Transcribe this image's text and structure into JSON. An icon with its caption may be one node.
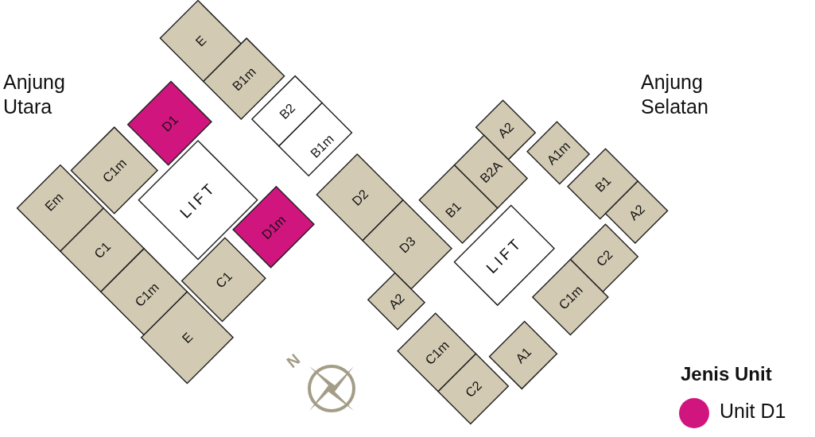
{
  "diagram": {
    "nodes": [
      {
        "text": [
          "E"
        ]
      },
      {
        "text": [
          "B1m"
        ]
      },
      {
        "text": [
          "D1"
        ]
      },
      {
        "text": [
          "B2"
        ]
      },
      {
        "text": [
          "B1m"
        ]
      },
      {
        "text": [
          "A2"
        ]
      },
      {
        "text": [
          "A1m"
        ]
      },
      {
        "text": [
          "C1m"
        ]
      },
      {
        "text": [
          "B2A"
        ]
      },
      {
        "text": [
          "D2"
        ]
      },
      {
        "text": [
          "B1"
        ]
      },
      {
        "text": [
          "B1"
        ]
      },
      {
        "text": [
          "LIFT"
        ]
      },
      {
        "text": [
          "Em"
        ]
      },
      {
        "text": [
          "A2"
        ]
      },
      {
        "text": [
          "D1m"
        ]
      },
      {
        "text": [
          "D3"
        ]
      },
      {
        "text": [
          "LIFT"
        ]
      },
      {
        "text": [
          "C1"
        ]
      },
      {
        "text": [
          "C2"
        ]
      },
      {
        "text": [
          "C1"
        ]
      },
      {
        "text": [
          "C1m"
        ]
      },
      {
        "text": [
          "A2"
        ]
      },
      {
        "text": [
          "C1m"
        ]
      },
      {
        "text": [
          "E"
        ]
      },
      {
        "text": [
          "C1m"
        ]
      },
      {
        "text": [
          "A1"
        ]
      },
      {
        "text": [
          "C2"
        ]
      }
    ],
    "labels": [
      "Anjung Utara",
      "Anjung Selatan",
      "N",
      "Jenis Unit"
    ],
    "legend": [
      {
        "text": "Unit D1",
        "color": "#d0157f"
      }
    ]
  }
}
